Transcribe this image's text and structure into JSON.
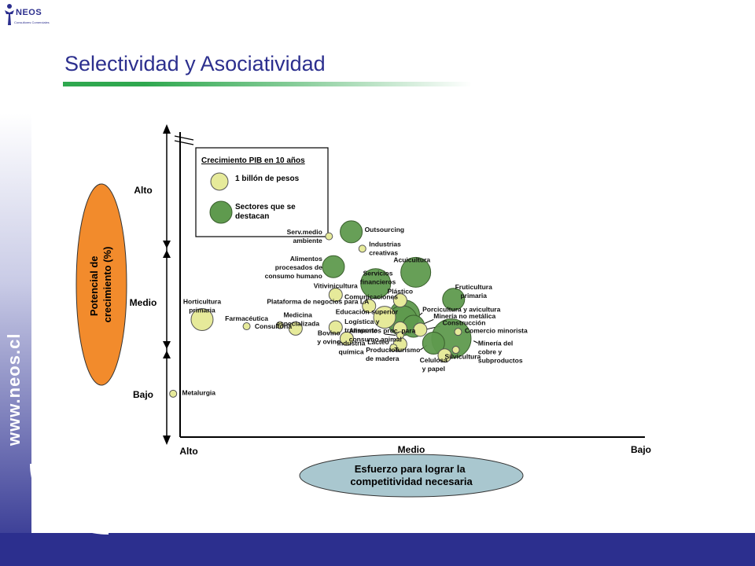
{
  "sidebar": {
    "url": "www.neos.cl"
  },
  "logo": {
    "name": "NEOS",
    "tagline": "Consultores Comerciales"
  },
  "header": {
    "title": "Selectividad  y Asociatividad"
  },
  "colors": {
    "small_bubble": "#e6ea9a",
    "highlight_bubble": "#5f9a4e",
    "brand": "#2c2f8e",
    "accent_green": "#2fa84f",
    "y_axis_label_fill": "#f28b2c",
    "x_axis_label_fill": "#a9c7cf"
  },
  "chart_data": {
    "type": "scatter",
    "y_axis_label": "Potencial de crecimiento (%)",
    "x_axis_label": "Esfuerzo para lograr la competitividad necesaria",
    "y_ticks": [
      "Alto",
      "Medio",
      "Bajo"
    ],
    "x_ticks": [
      "Alto",
      "Medio",
      "Bajo"
    ],
    "legend": {
      "title": "Crecimiento PIB en 10 años",
      "placement": "top-left",
      "items": [
        {
          "label": "1 billón de pesos",
          "kind": "small"
        },
        {
          "label": "Sectores que se destacan",
          "kind": "highlight"
        }
      ]
    },
    "points": [
      {
        "label": "Serv.medio ambiente",
        "x": 1.63,
        "y": 2.59,
        "size": "xs",
        "kind": "small"
      },
      {
        "label": "Outsourcing",
        "x": 1.73,
        "y": 2.63,
        "size": "m",
        "kind": "highlight"
      },
      {
        "label": "Industrias creativas",
        "x": 1.78,
        "y": 2.48,
        "size": "xs",
        "kind": "small"
      },
      {
        "label": "Alimentos procesados de consumo humano",
        "x": 1.65,
        "y": 2.32,
        "size": "m",
        "kind": "highlight"
      },
      {
        "label": "Acuicultura",
        "x": 2.02,
        "y": 2.27,
        "size": "l",
        "kind": "highlight"
      },
      {
        "label": "Servicios financieros",
        "x": 1.84,
        "y": 2.17,
        "size": "l",
        "kind": "highlight"
      },
      {
        "label": "Vitivinicultura",
        "x": 1.66,
        "y": 2.07,
        "size": "s",
        "kind": "small"
      },
      {
        "label": "Plástico",
        "x": 1.95,
        "y": 2.02,
        "size": "s",
        "kind": "small"
      },
      {
        "label": "Fruticultura primaria",
        "x": 2.19,
        "y": 2.03,
        "size": "m",
        "kind": "highlight"
      },
      {
        "label": "Comunicaciones",
        "x": 1.97,
        "y": 1.89,
        "size": "l",
        "kind": "highlight"
      },
      {
        "label": "Plataforma de negocios para LA",
        "x": 1.81,
        "y": 1.97,
        "size": "s",
        "kind": "small"
      },
      {
        "label": "Horticultura primaria",
        "x": 1.06,
        "y": 1.85,
        "size": "m",
        "kind": "small"
      },
      {
        "label": "Farmacéutica",
        "x": 1.26,
        "y": 1.79,
        "size": "xs",
        "kind": "small"
      },
      {
        "label": "Consultoría",
        "x": 1.41,
        "y": 1.8,
        "size": "xs",
        "kind": "small"
      },
      {
        "label": "Medicina especializada",
        "x": 1.48,
        "y": 1.77,
        "size": "s",
        "kind": "small"
      },
      {
        "label": "Educación superior",
        "x": 1.88,
        "y": 1.87,
        "size": "m",
        "kind": "small"
      },
      {
        "label": "Porcicultura y avicultura",
        "x": 1.96,
        "y": 1.84,
        "size": "l",
        "kind": "highlight"
      },
      {
        "label": "Minería no metálica",
        "x": 2.01,
        "y": 1.79,
        "size": "m",
        "kind": "highlight"
      },
      {
        "label": "Logística y transporte",
        "x": 1.95,
        "y": 1.77,
        "size": "s",
        "kind": "small"
      },
      {
        "label": "Construcción",
        "x": 2.04,
        "y": 1.76,
        "size": "s",
        "kind": "small"
      },
      {
        "label": "Bovino y ovino",
        "x": 1.66,
        "y": 1.78,
        "size": "s",
        "kind": "small"
      },
      {
        "label": "Alimentos proc. para consumo animal",
        "x": 1.95,
        "y": 1.71,
        "size": "xs",
        "kind": "small"
      },
      {
        "label": "Comercio minorista",
        "x": 2.21,
        "y": 1.74,
        "size": "xs",
        "kind": "small"
      },
      {
        "label": "Minería del cobre y subproductos",
        "x": 2.18,
        "y": 1.68,
        "size": "xl",
        "kind": "highlight"
      },
      {
        "label": "Turismo",
        "x": 2.1,
        "y": 1.64,
        "size": "m",
        "kind": "highlight"
      },
      {
        "label": "Industria química",
        "x": 1.71,
        "y": 1.68,
        "size": "s",
        "kind": "small"
      },
      {
        "label": "Lácteo",
        "x": 1.95,
        "y": 1.63,
        "size": "s",
        "kind": "small"
      },
      {
        "label": "Silvicultura",
        "x": 2.2,
        "y": 1.58,
        "size": "xs",
        "kind": "small"
      },
      {
        "label": "Celulosa y papel",
        "x": 2.15,
        "y": 1.53,
        "size": "s",
        "kind": "small"
      },
      {
        "label": "Productos de madera",
        "x": 1.92,
        "y": 1.6,
        "size": "xs",
        "kind": "small"
      },
      {
        "label": "Metalurgia",
        "x": 0.93,
        "y": 1.19,
        "size": "xs",
        "kind": "small"
      }
    ],
    "labels": [
      {
        "lines": [
          "Serv.medio",
          "ambiente"
        ],
        "anchor": "end",
        "lx": 1.6,
        "ly": 2.61
      },
      {
        "lines": [
          "Outsourcing"
        ],
        "anchor": "start",
        "lx": 1.79,
        "ly": 2.63
      },
      {
        "lines": [
          "Industrias",
          "creativas"
        ],
        "anchor": "start",
        "lx": 1.81,
        "ly": 2.5
      },
      {
        "lines": [
          "Alimentos",
          "procesados de",
          "consumo humano"
        ],
        "anchor": "end",
        "lx": 1.6,
        "ly": 2.37
      },
      {
        "lines": [
          "Acuicultura"
        ],
        "anchor": "start",
        "lx": 1.92,
        "ly": 2.36
      },
      {
        "lines": [
          "Servicios",
          "financieros"
        ],
        "anchor": "middle",
        "lx": 1.85,
        "ly": 2.24
      },
      {
        "lines": [
          "Vitivinicultura"
        ],
        "anchor": "middle",
        "lx": 1.66,
        "ly": 2.13
      },
      {
        "lines": [
          "Plástico"
        ],
        "anchor": "middle",
        "lx": 1.95,
        "ly": 2.08
      },
      {
        "lines": [
          "Fruticultura",
          "primaria"
        ],
        "anchor": "middle",
        "lx": 2.28,
        "ly": 2.12
      },
      {
        "lines": [
          "Comunicaciones"
        ],
        "anchor": "end",
        "lx": 1.94,
        "ly": 2.03
      },
      {
        "lines": [
          "Plataforma de negocios para LA"
        ],
        "anchor": "end",
        "lx": 1.81,
        "ly": 1.99
      },
      {
        "lines": [
          "Horticultura",
          "primaria"
        ],
        "anchor": "middle",
        "lx": 1.06,
        "ly": 1.99
      },
      {
        "lines": [
          "Farmacéutica"
        ],
        "anchor": "middle",
        "lx": 1.26,
        "ly": 1.84
      },
      {
        "lines": [
          "Consultoría"
        ],
        "anchor": "middle",
        "lx": 1.38,
        "ly": 1.77
      },
      {
        "lines": [
          "Medicina",
          "especializada"
        ],
        "anchor": "middle",
        "lx": 1.49,
        "ly": 1.87
      },
      {
        "lines": [
          "Educación superior"
        ],
        "anchor": "start",
        "lx": 1.66,
        "ly": 1.9
      },
      {
        "lines": [
          "Porcicultura y avicultura"
        ],
        "anchor": "start",
        "lx": 2.05,
        "ly": 1.92
      },
      {
        "lines": [
          "Minería no metálica"
        ],
        "anchor": "start",
        "lx": 2.1,
        "ly": 1.86
      },
      {
        "lines": [
          "Logística y",
          "transporte"
        ],
        "anchor": "start",
        "lx": 1.7,
        "ly": 1.81
      },
      {
        "lines": [
          "Construcción"
        ],
        "anchor": "start",
        "lx": 2.14,
        "ly": 1.8
      },
      {
        "lines": [
          "Bovino",
          "y ovino"
        ],
        "anchor": "middle",
        "lx": 1.63,
        "ly": 1.71
      },
      {
        "lines": [
          "Alimentos proc. para",
          "consumo animal"
        ],
        "anchor": "start",
        "lx": 1.72,
        "ly": 1.73
      },
      {
        "lines": [
          "Comercio minorista"
        ],
        "anchor": "start",
        "lx": 2.24,
        "ly": 1.73
      },
      {
        "lines": [
          "Minería del",
          "cobre y",
          "subproductos"
        ],
        "anchor": "start",
        "lx": 2.3,
        "ly": 1.62
      },
      {
        "lines": [
          "Turismo"
        ],
        "anchor": "end",
        "lx": 2.04,
        "ly": 1.56
      },
      {
        "lines": [
          "Industria",
          "química"
        ],
        "anchor": "middle",
        "lx": 1.73,
        "ly": 1.62
      },
      {
        "lines": [
          "Lácteo"
        ],
        "anchor": "end",
        "lx": 1.9,
        "ly": 1.63
      },
      {
        "lines": [
          "Silvicultura"
        ],
        "anchor": "start",
        "lx": 2.15,
        "ly": 1.5
      },
      {
        "lines": [
          "Celulosa",
          "y papel"
        ],
        "anchor": "middle",
        "lx": 2.1,
        "ly": 1.47
      },
      {
        "lines": [
          "Productos",
          "de madera"
        ],
        "anchor": "middle",
        "lx": 1.87,
        "ly": 1.56
      },
      {
        "lines": [
          "Metalurgia"
        ],
        "anchor": "start",
        "lx": 0.97,
        "ly": 1.18
      }
    ],
    "leaders": [
      {
        "x1": 1.94,
        "y1": 2.0,
        "x2": 1.96,
        "y2": 1.91
      },
      {
        "x1": 2.0,
        "y1": 1.83,
        "x2": 2.05,
        "y2": 1.91
      },
      {
        "x1": 2.03,
        "y1": 1.79,
        "x2": 2.1,
        "y2": 1.85
      },
      {
        "x1": 2.06,
        "y1": 1.76,
        "x2": 2.13,
        "y2": 1.79
      },
      {
        "x1": 1.92,
        "y1": 1.77,
        "x2": 1.87,
        "y2": 1.79
      },
      {
        "x1": 1.93,
        "y1": 1.71,
        "x2": 1.88,
        "y2": 1.72
      },
      {
        "x1": 2.23,
        "y1": 1.74,
        "x2": 2.24,
        "y2": 1.73
      },
      {
        "x1": 2.28,
        "y1": 1.66,
        "x2": 2.3,
        "y2": 1.64
      },
      {
        "x1": 2.2,
        "y1": 1.57,
        "x2": 2.18,
        "y2": 1.52
      },
      {
        "x1": 2.07,
        "y1": 1.62,
        "x2": 2.04,
        "y2": 1.58
      },
      {
        "x1": 1.93,
        "y1": 1.62,
        "x2": 1.91,
        "y2": 1.63
      },
      {
        "x1": 1.93,
        "y1": 1.59,
        "x2": 1.9,
        "y2": 1.57
      },
      {
        "x1": 1.7,
        "y1": 1.67,
        "x2": 1.72,
        "y2": 1.64
      }
    ]
  }
}
